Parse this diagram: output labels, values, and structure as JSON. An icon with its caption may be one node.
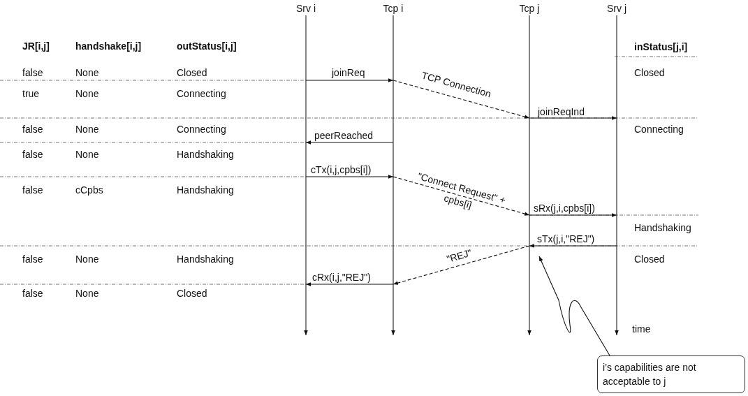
{
  "diagram": {
    "nodes": [
      {
        "text": [
          "Srv i"
        ]
      },
      {
        "text": [
          "Tcp i"
        ]
      },
      {
        "text": [
          "Tcp j"
        ]
      },
      {
        "text": [
          "Srv j"
        ]
      },
      {
        "text": [
          "i’s capabilities are not acceptable to j"
        ]
      }
    ],
    "edges": [
      {
        "from": 0,
        "to": 1,
        "arrow": "to",
        "label": "joinReq"
      },
      {
        "from": 1,
        "to": 2,
        "arrow": "to",
        "label": "TCP Connection",
        "style": "dashed"
      },
      {
        "from": 2,
        "to": 3,
        "arrow": "to",
        "label": "joinReqInd"
      },
      {
        "from": 1,
        "to": 0,
        "arrow": "to",
        "label": "peerReached"
      },
      {
        "from": 0,
        "to": 1,
        "arrow": "to",
        "label": "cTx(i,j,cpbs[i])"
      },
      {
        "from": 1,
        "to": 2,
        "arrow": "to",
        "label": "\"Connect Request\" + cpbs[i]",
        "style": "dashed"
      },
      {
        "from": 2,
        "to": 3,
        "arrow": "to",
        "label": "sRx(j,i,cpbs[i])"
      },
      {
        "from": 3,
        "to": 2,
        "arrow": "to",
        "label": "sTx(j,i,\"REJ\")"
      },
      {
        "from": 2,
        "to": 1,
        "arrow": "to",
        "label": "\"REJ\"",
        "style": "dashed"
      },
      {
        "from": 1,
        "to": 0,
        "arrow": "to",
        "label": "cRx(i,j,\"REJ\")"
      },
      {
        "from": 4,
        "to": 2,
        "arrow": "to"
      }
    ],
    "labels": [
      "JR[i,j]",
      "handshake[i,j]",
      "outStatus[i,j]",
      "inStatus[j,i]",
      "false",
      "None",
      "Closed",
      "Closed",
      "true",
      "None",
      "Connecting",
      "false",
      "None",
      "Connecting",
      "Connecting",
      "false",
      "None",
      "Handshaking",
      "false",
      "cCpbs",
      "Handshaking",
      "Handshaking",
      "false",
      "None",
      "Handshaking",
      "Closed",
      "false",
      "None",
      "Closed",
      "time"
    ]
  }
}
